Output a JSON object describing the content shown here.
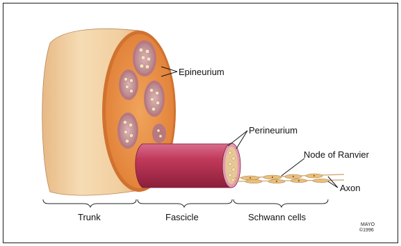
{
  "labels": {
    "epineurium": "Epineurium",
    "perineurium": "Perineurium",
    "node_of_ranvier": "Node of Ranvier",
    "axon": "Axon",
    "trunk": "Trunk",
    "fascicle": "Fascicle",
    "schwann_cells": "Schwann cells"
  },
  "credit": {
    "line1": "MAYO",
    "line2": "©1996"
  },
  "colors": {
    "trunk_outer": "#f1cfa0",
    "epineurium": "#e8944a",
    "fascicle": "#c2395a",
    "schwann": "#e9c07a"
  }
}
